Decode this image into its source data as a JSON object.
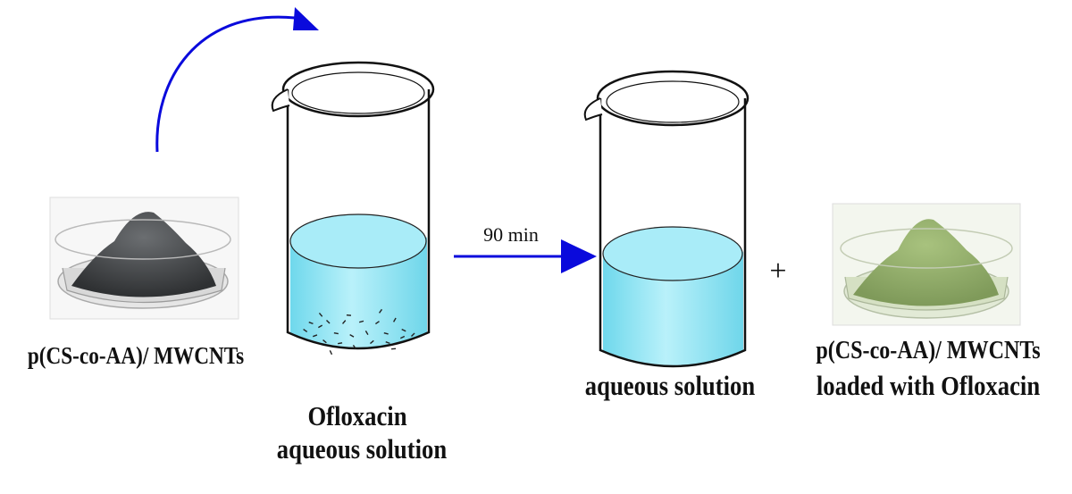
{
  "labels": {
    "powder_left": "p(CS-co-AA)/ MWCNTs",
    "beaker1_line1": "Ofloxacin",
    "beaker1_line2": "aqueous solution",
    "arrow_time": "90 min",
    "beaker2": "aqueous solution",
    "plus": "+",
    "powder_right_line1": "p(CS-co-AA)/ MWCNTs",
    "powder_right_line2": "loaded with Ofloxacin"
  },
  "colors": {
    "arrow": "#0a0adc",
    "liquid": "#8fe6f4",
    "powder_dark": "#5a5d60",
    "powder_green": "#9ab371",
    "outline": "#111111"
  }
}
